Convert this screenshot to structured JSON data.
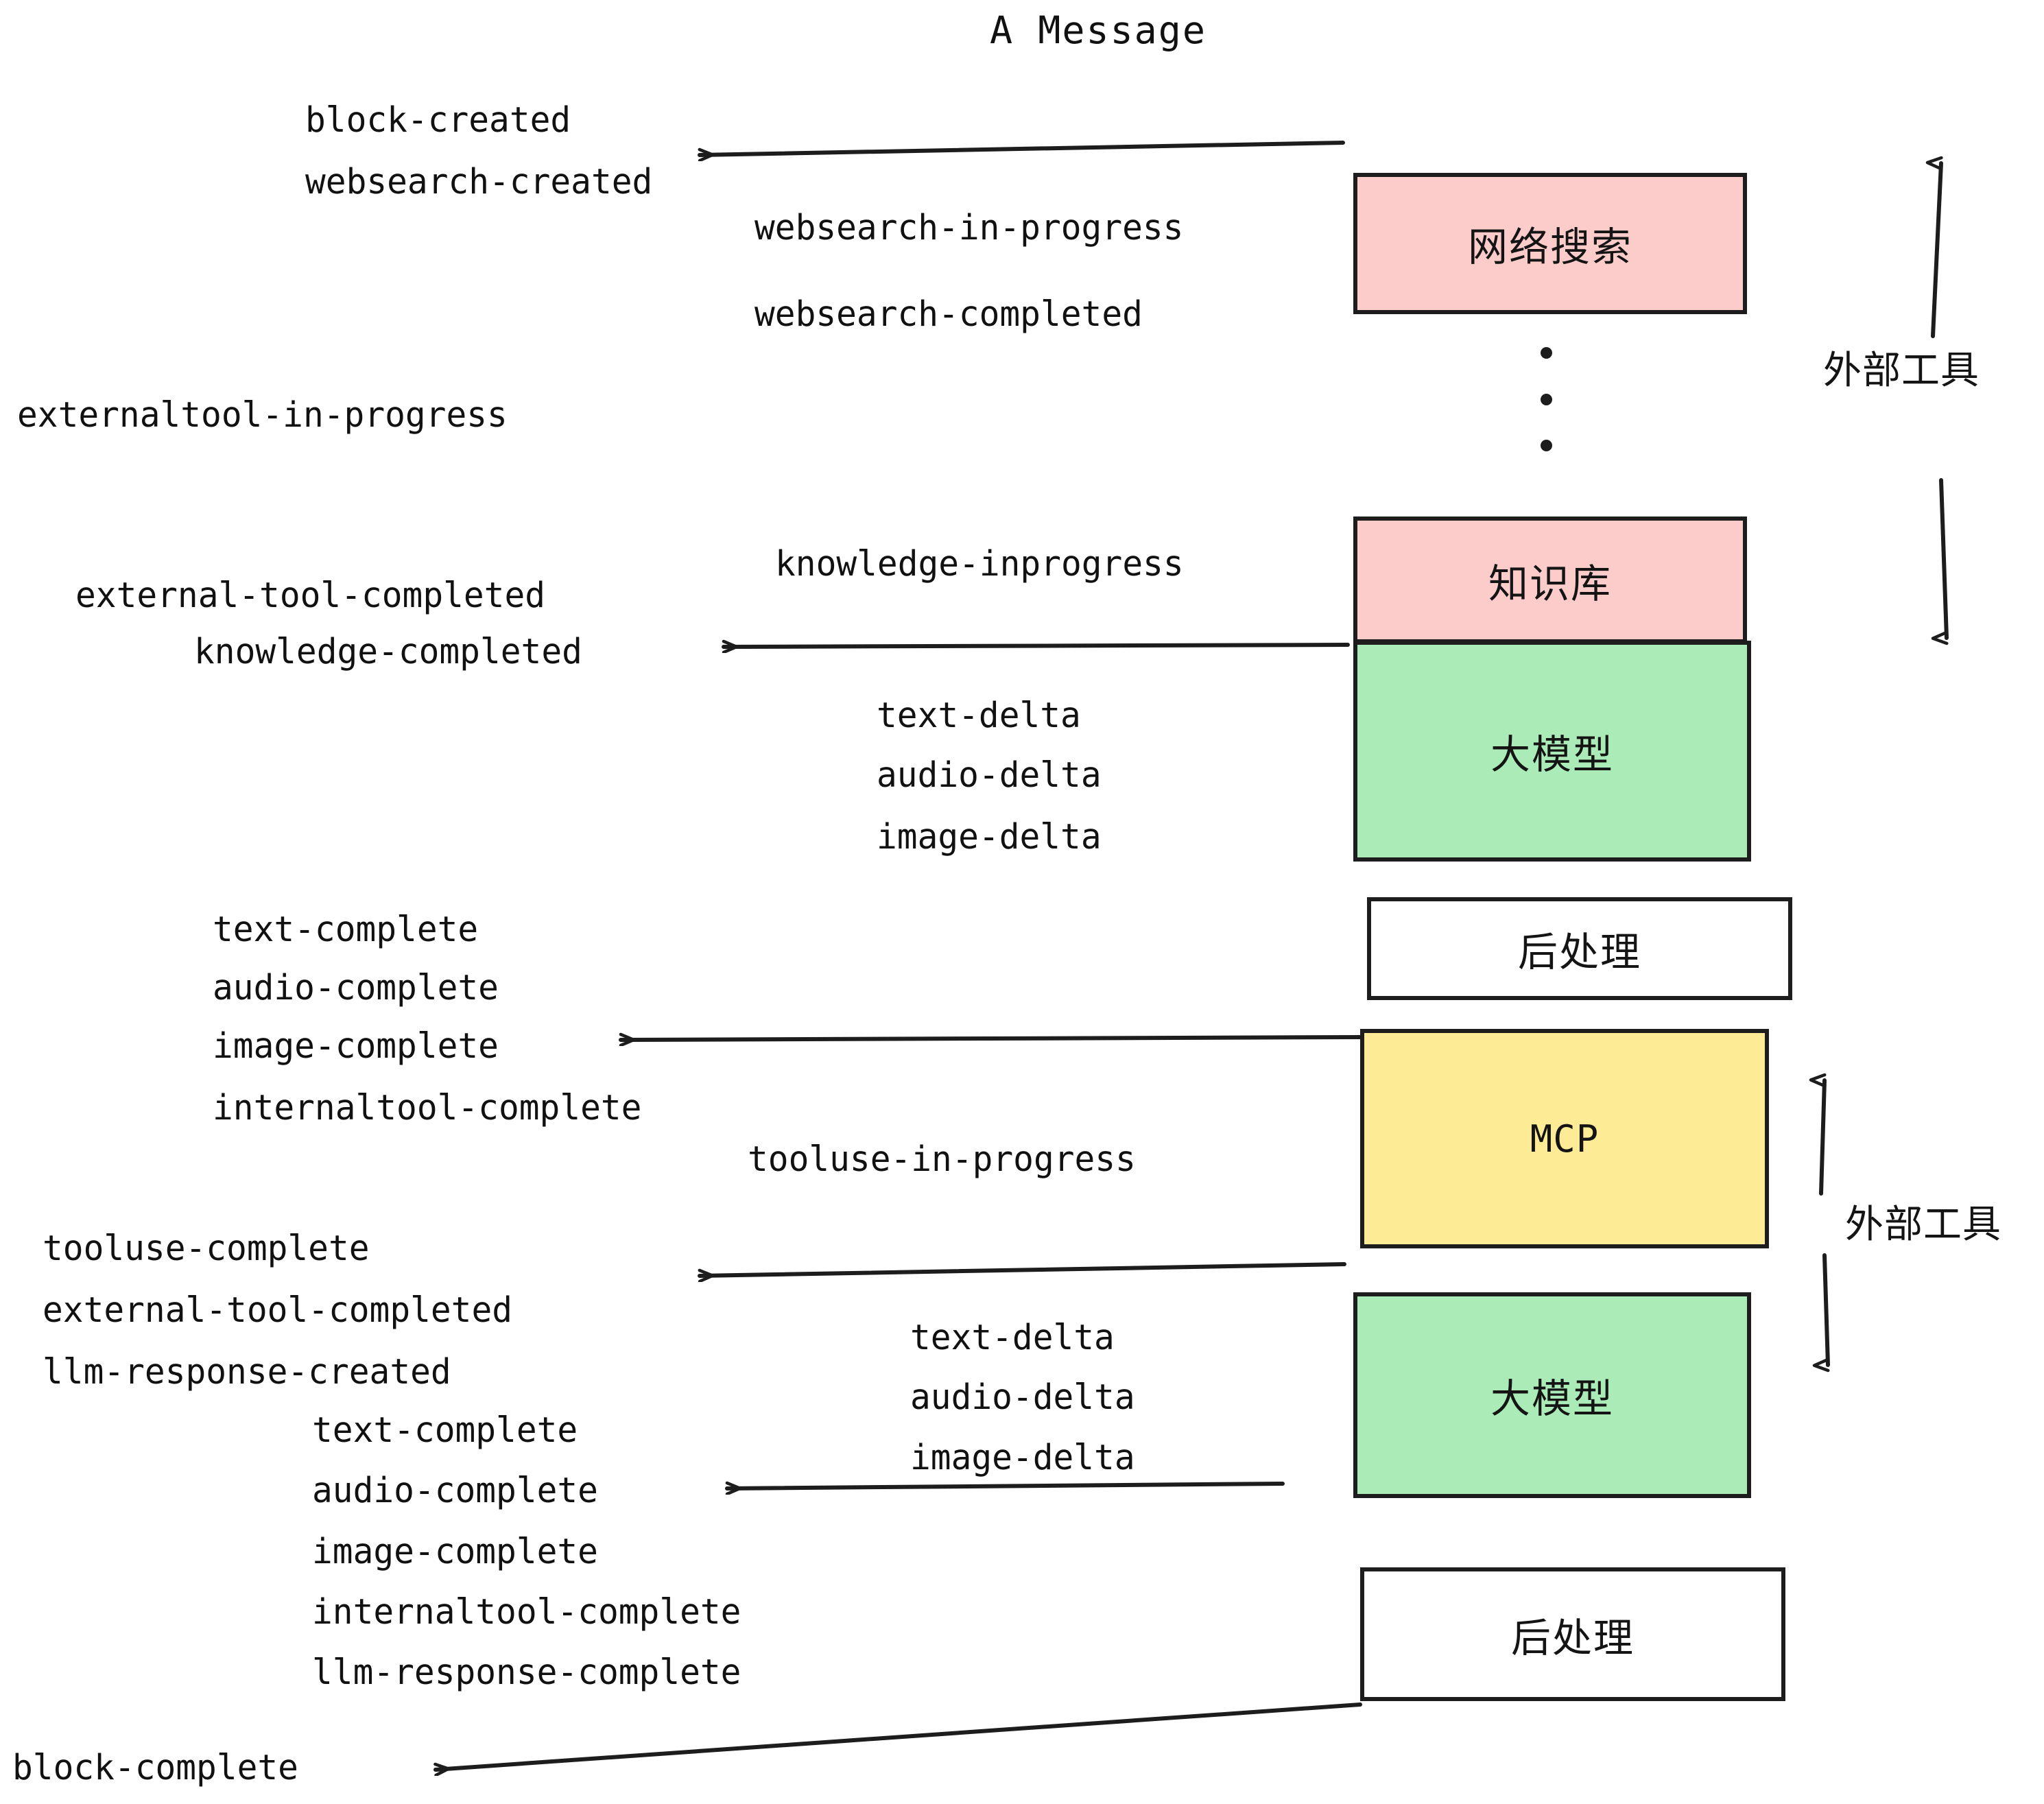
{
  "title": "A Message",
  "colors": {
    "pink": "#FCCCCB",
    "green": "#ABEBB8",
    "yellow": "#FDEB96",
    "white": "#FFFFFF",
    "stroke": "#1D1D1D",
    "text": "#111111",
    "background": "#FFFFFF"
  },
  "nodes": {
    "websearch": "网络搜索",
    "knowledge": "知识库",
    "llm_upper": "大模型",
    "postprocess_upper": "后处理",
    "mcp": "MCP",
    "llm_lower": "大模型",
    "postprocess_lower": "后处理"
  },
  "brackets": {
    "upper": "外部工具",
    "lower": "外部工具"
  },
  "events": {
    "block_created": "block-created",
    "websearch_created": "websearch-created",
    "websearch_in_progress": "websearch-in-progress",
    "websearch_completed": "websearch-completed",
    "externaltool_in_progress": "externaltool-in-progress",
    "knowledge_inprogress": "knowledge-inprogress",
    "external_tool_completed_1": "external-tool-completed",
    "knowledge_completed": "knowledge-completed",
    "text_delta_1": "text-delta",
    "audio_delta_1": "audio-delta",
    "image_delta_1": "image-delta",
    "text_complete_1": "text-complete",
    "audio_complete_1": "audio-complete",
    "image_complete_1": "image-complete",
    "internaltool_complete_1": "internaltool-complete",
    "tooluse_in_progress": "tooluse-in-progress",
    "tooluse_complete": "tooluse-complete",
    "external_tool_completed_2": "external-tool-completed",
    "llm_response_created": "llm-response-created",
    "text_delta_2": "text-delta",
    "audio_delta_2": "audio-delta",
    "image_delta_2": "image-delta",
    "text_complete_2": "text-complete",
    "audio_complete_2": "audio-complete",
    "image_complete_2": "image-complete",
    "internaltool_complete_2": "internaltool-complete",
    "llm_response_complete": "llm-response-complete",
    "block_complete": "block-complete"
  }
}
